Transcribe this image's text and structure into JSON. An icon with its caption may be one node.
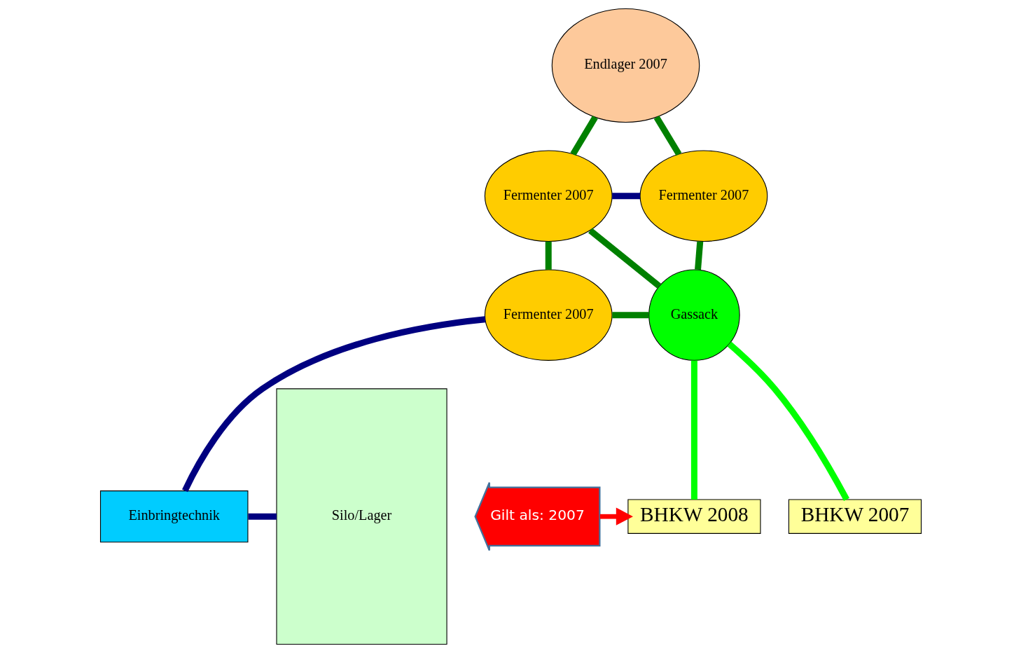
{
  "diagram": {
    "nodes": [
      {
        "text": [
          "Endlager 2007"
        ]
      },
      {
        "text": [
          "Fermenter 2007"
        ]
      },
      {
        "text": [
          "Fermenter 2007"
        ]
      },
      {
        "text": [
          "Silo/Lager"
        ]
      },
      {
        "text": [
          "Fermenter 2007"
        ]
      },
      {
        "text": [
          "Gassack"
        ]
      },
      {
        "text": [
          "BHKW 2007"
        ]
      },
      {
        "text": [
          "Einbringtechnik"
        ]
      },
      {
        "text": [
          "BHKW 2008"
        ]
      },
      {
        "text": [
          "Gilt als: 2007"
        ]
      }
    ],
    "edges": [
      {
        "from": 0,
        "to": 1,
        "arrow": "none"
      },
      {
        "from": 0,
        "to": 2,
        "arrow": "none"
      },
      {
        "from": 1,
        "to": 2,
        "arrow": "none",
        "color": "#000080"
      },
      {
        "from": 1,
        "to": 4,
        "arrow": "none"
      },
      {
        "from": 1,
        "to": 5,
        "arrow": "none"
      },
      {
        "from": 2,
        "to": 5,
        "arrow": "none"
      },
      {
        "from": 4,
        "to": 5,
        "arrow": "none"
      },
      {
        "from": 4,
        "to": 7,
        "arrow": "none",
        "color": "#000080"
      },
      {
        "from": 3,
        "to": 7,
        "arrow": "none",
        "color": "#000080"
      },
      {
        "from": 5,
        "to": 6,
        "arrow": "none",
        "color": "#00ff00"
      },
      {
        "from": 5,
        "to": 8,
        "arrow": "none",
        "color": "#00ff00"
      },
      {
        "from": 9,
        "to": 8,
        "arrow": "to",
        "color": "#ff0000"
      }
    ]
  }
}
